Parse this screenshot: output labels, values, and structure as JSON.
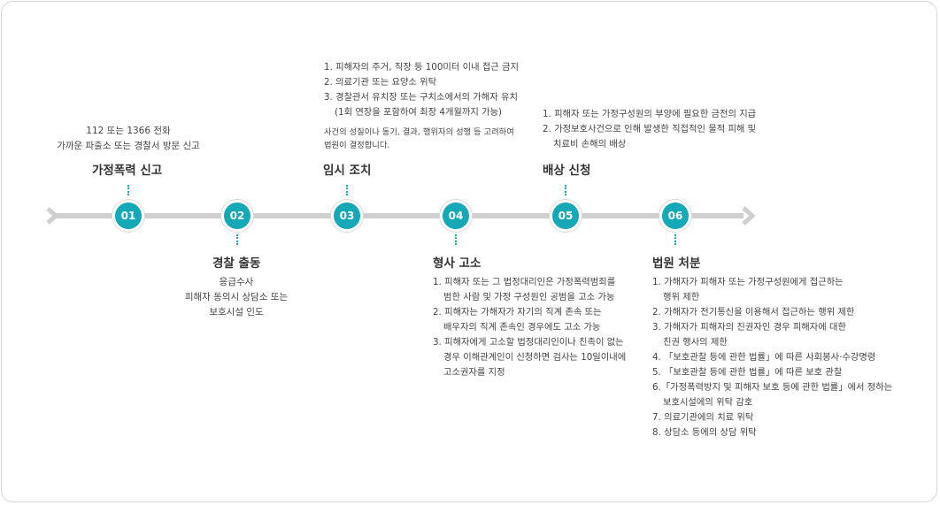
{
  "colors": {
    "accent": "#15a8b6",
    "line": "#cfcfcf"
  },
  "steps": [
    {
      "num": "01",
      "title": "가정폭력 신고",
      "lines": [
        "112 또는 1366 전화",
        "가까운 파출소 또는 경찰서 방문 신고"
      ]
    },
    {
      "num": "02",
      "title": "경찰 출동",
      "lines": [
        "응급수사",
        "피해자 동의시 상담소 또는",
        "보호시설 인도"
      ]
    },
    {
      "num": "03",
      "title": "임시 조치",
      "items": [
        "1. 피해자의 주거, 직장 등 100미터 이내 접근 금지",
        "2. 의료기관 또는 요양소 위탁",
        "3. 경찰관서 유치장 또는 구치소에서의 가해자 유치",
        "(1회 연장을 포함하여 최장 4개월까지 가능)"
      ],
      "note": [
        "사건의 성질이나 동기, 결과, 행위자의 성행 등 고려하여",
        "법원이 결정합니다."
      ]
    },
    {
      "num": "04",
      "title": "형사 고소",
      "items": [
        "1. 피해자 또는 그 법정대리인은 가정폭력범죄를",
        "범한 사람 및 가정 구성원인 공범을 고소 가능",
        "2. 피해자는 가해자가 자기의 직계 존속 또는",
        "배우자의 직계 존속인 경우에도 고소 가능",
        "3. 피해자에게 고소할 법정대리인이나 친족이 없는",
        "경우 이해관계인이 신청하면 검사는 10일이내에",
        "고소권자를 지정"
      ]
    },
    {
      "num": "05",
      "title": "배상 신청",
      "items": [
        "1. 피해자 또는 가정구성원의 부양에 필요한 금전의 지급",
        "2. 가정보호사건으로 인해 발생한 직접적인 물적 피해 및",
        "치료비 손해의 배상"
      ]
    },
    {
      "num": "06",
      "title": "법원 처분",
      "items": [
        "1. 가해자가 피해자 또는 가정구성원에게 접근하는",
        "행위 제한",
        "2. 가해자가 전기통신을 이용해서 접근하는 행위 제한",
        "3. 가해자가 피해자의 친권자인 경우 피해자에 대한",
        "친권 행사의 제한",
        "4. 「보호관찰 등에 관한 법률」에 따른 사회봉사·수강명령",
        "5. 「보호관찰 등에 관한 법률」에 따른 보호 관찰",
        "6.「가정폭력방지 및 피해자 보호 등에 관한 법률」에서 정하는",
        "보호시설에의 위탁 감호",
        "7. 의료기관에의 치료 위탁",
        "8. 상담소 등에의 상담 위탁"
      ]
    }
  ]
}
